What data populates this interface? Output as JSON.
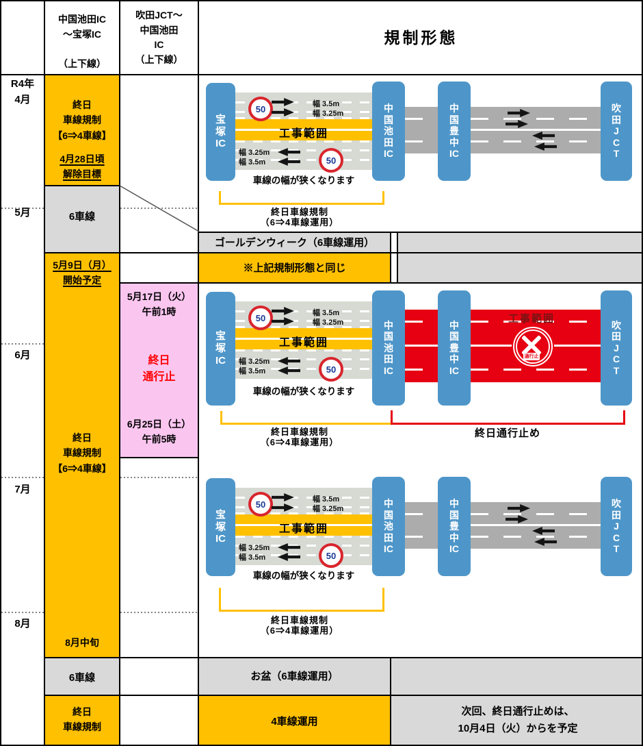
{
  "header": {
    "title": "規制形態",
    "col2": "中国池田IC\n～宝塚IC\n\n（上下線）",
    "col3": "吹田JCT～\n中国池田\nIC\n（上下線）"
  },
  "months": [
    "R4年\n4月",
    "5月",
    "6月",
    "7月",
    "8月"
  ],
  "col2cells": {
    "c1_main": "終日\n車線規制\n【6⇒4車線】",
    "c1_note": "4月28日頃\n解除目標",
    "c2": "6車線",
    "c3_start": "5月9日（月）\n開始予定",
    "c3_mid": "終日\n車線規制\n【6⇒4車線】",
    "c3_end": "8月中旬",
    "c4": "6車線",
    "c5": "終日\n車線規制"
  },
  "closure": {
    "start": "5月17日（火）\n午前1時",
    "label": "終日\n通行止",
    "end": "6月25日（土）\n午前5時"
  },
  "bands": {
    "gw": "ゴールデンウィーク（6車線運用）",
    "same": "※上記規制形態と同じ",
    "obon": "お盆（6車線運用）",
    "four": "4車線運用",
    "next": "次回、終日通行止めは、\n10月4日（火）からを予定"
  },
  "diagram": {
    "takarazuka": "宝\n塚\nIC",
    "ikeda": "中\n国\n池\n田\nIC",
    "toyonaka": "中\n国\n豊\n中\nIC",
    "suita": "吹\n田\nJ\nC\nT",
    "speed": "50",
    "construction": "工事範囲",
    "width_35": "幅 3.5m",
    "width_325": "幅 3.25m",
    "narrow": "車線の幅が狭くなります",
    "reg_line1": "終日車線規制",
    "reg_line2": "（6⇒4車線運用）",
    "closed": "終日通行止め",
    "sign_text": "通行止"
  },
  "colors": {
    "accent_yellow": "#FFC000",
    "cell_gray": "#D9D9D9",
    "closure_pink": "#FAC6F0",
    "pill_blue": "#4E96C9",
    "road_gray": "#ACACAC",
    "road_sage": "#D6DAD3",
    "closure_red": "#E60012",
    "text_red": "#FF0000"
  }
}
